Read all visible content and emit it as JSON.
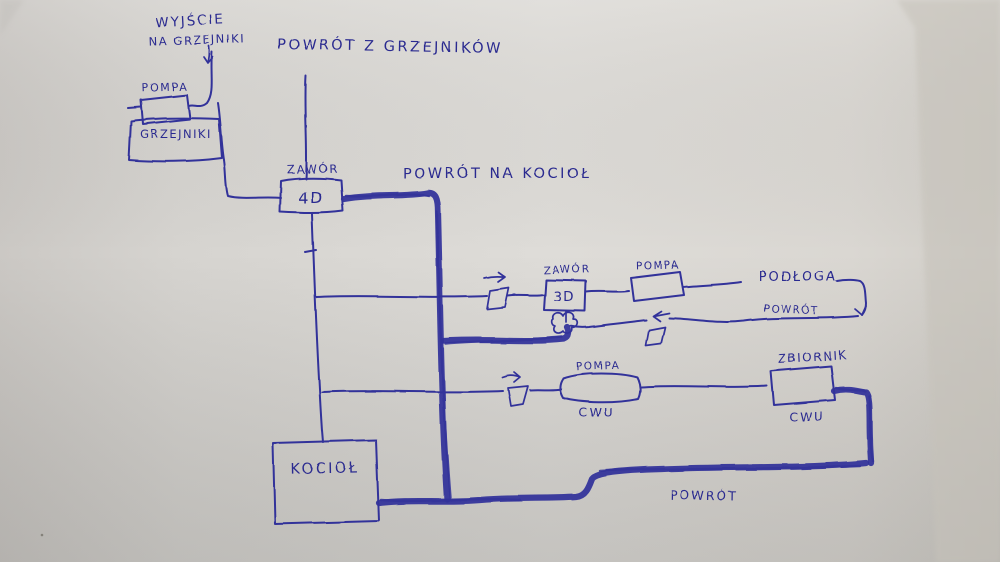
{
  "scene": {
    "description": "Hand-drawn central-heating installation schematic, blue ballpoint pen on photographed sheet of paper",
    "language": "Polish"
  },
  "colors": {
    "ink": "#32329a",
    "ink_text": "#2c2c90",
    "paper": "#d9d7d3",
    "paper_edge_shadow": "#c7c3bc"
  },
  "labels": {
    "outlet_to_radiators_line1": "WYJŚCIE",
    "outlet_to_radiators_line2": "NA GRZEJNIKI",
    "return_from_radiators": "POWRÓT Z GRZEJNIKÓW",
    "radiator_pump": "POMPA",
    "radiators": "GRZEJNIKI",
    "valve_4d_caption": "ZAWÓR",
    "valve_4d": "4D",
    "return_to_boiler": "POWRÓT NA KOCIOŁ",
    "valve_3d_caption": "ZAWÓR",
    "valve_3d": "3D",
    "floor_pump": "POMPA",
    "floor_supply": "PODŁOGA",
    "floor_return": "POWRÓT",
    "dhw_pump": "POMPA",
    "dhw_pump_caption": "CWU",
    "dhw_tank": "ZBIORNIK",
    "dhw_tank_caption": "CWU",
    "boiler": "KOCIOŁ",
    "bottom_return": "POWRÓT"
  }
}
